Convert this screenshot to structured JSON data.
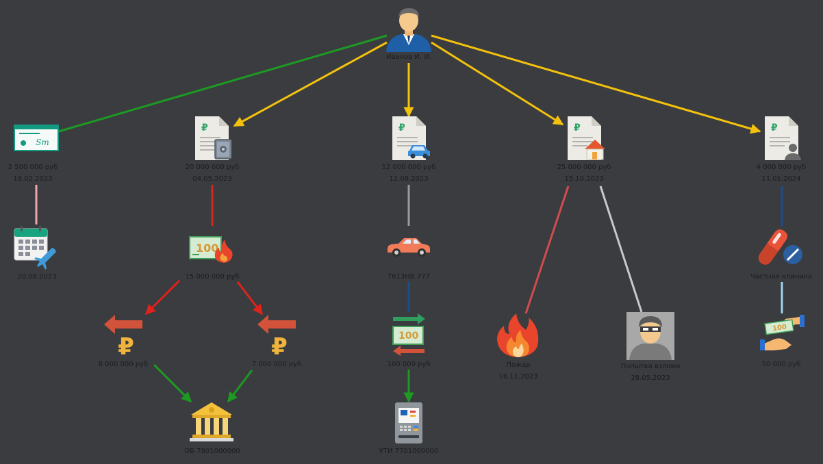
{
  "diagram": {
    "root": {
      "label": "Иванов И. И."
    },
    "contracts": [
      {
        "name": "cheque",
        "amount": "2 500 000 руб",
        "date": "18.02.2023"
      },
      {
        "name": "safe-deposit",
        "amount": "20 000 000 руб",
        "date": "04.05.2023"
      },
      {
        "name": "car-loan",
        "amount": "12 000 000 руб",
        "date": "12.08.2023"
      },
      {
        "name": "mortgage",
        "amount": "25 000 000 руб",
        "date": "15.10.2023"
      },
      {
        "name": "personal-loan",
        "amount": "4 000 000 руб",
        "date": "11.01.2024"
      }
    ],
    "events": {
      "travel": {
        "date": "20.06.2023"
      },
      "money_burn": {
        "amount": "15 000 000 руб"
      },
      "car": {
        "plate": "Т613НВ 777"
      },
      "transfer": {
        "amount": "100 000 руб"
      },
      "refund_left": {
        "amount": "8 000 000 руб"
      },
      "refund_right": {
        "amount": "7 000 000 руб"
      },
      "bank": {
        "label": "ОБ 7801000000"
      },
      "atm": {
        "label": "УТИ 7701000000"
      },
      "fire": {
        "title": "Пожар",
        "date": "16.11.2023"
      },
      "fraud": {
        "title": "Попытка взлома",
        "date": "28.05.2023"
      },
      "pills": {
        "label": "Частная клиника"
      },
      "bribe": {
        "amount": "50 000 руб"
      }
    }
  }
}
